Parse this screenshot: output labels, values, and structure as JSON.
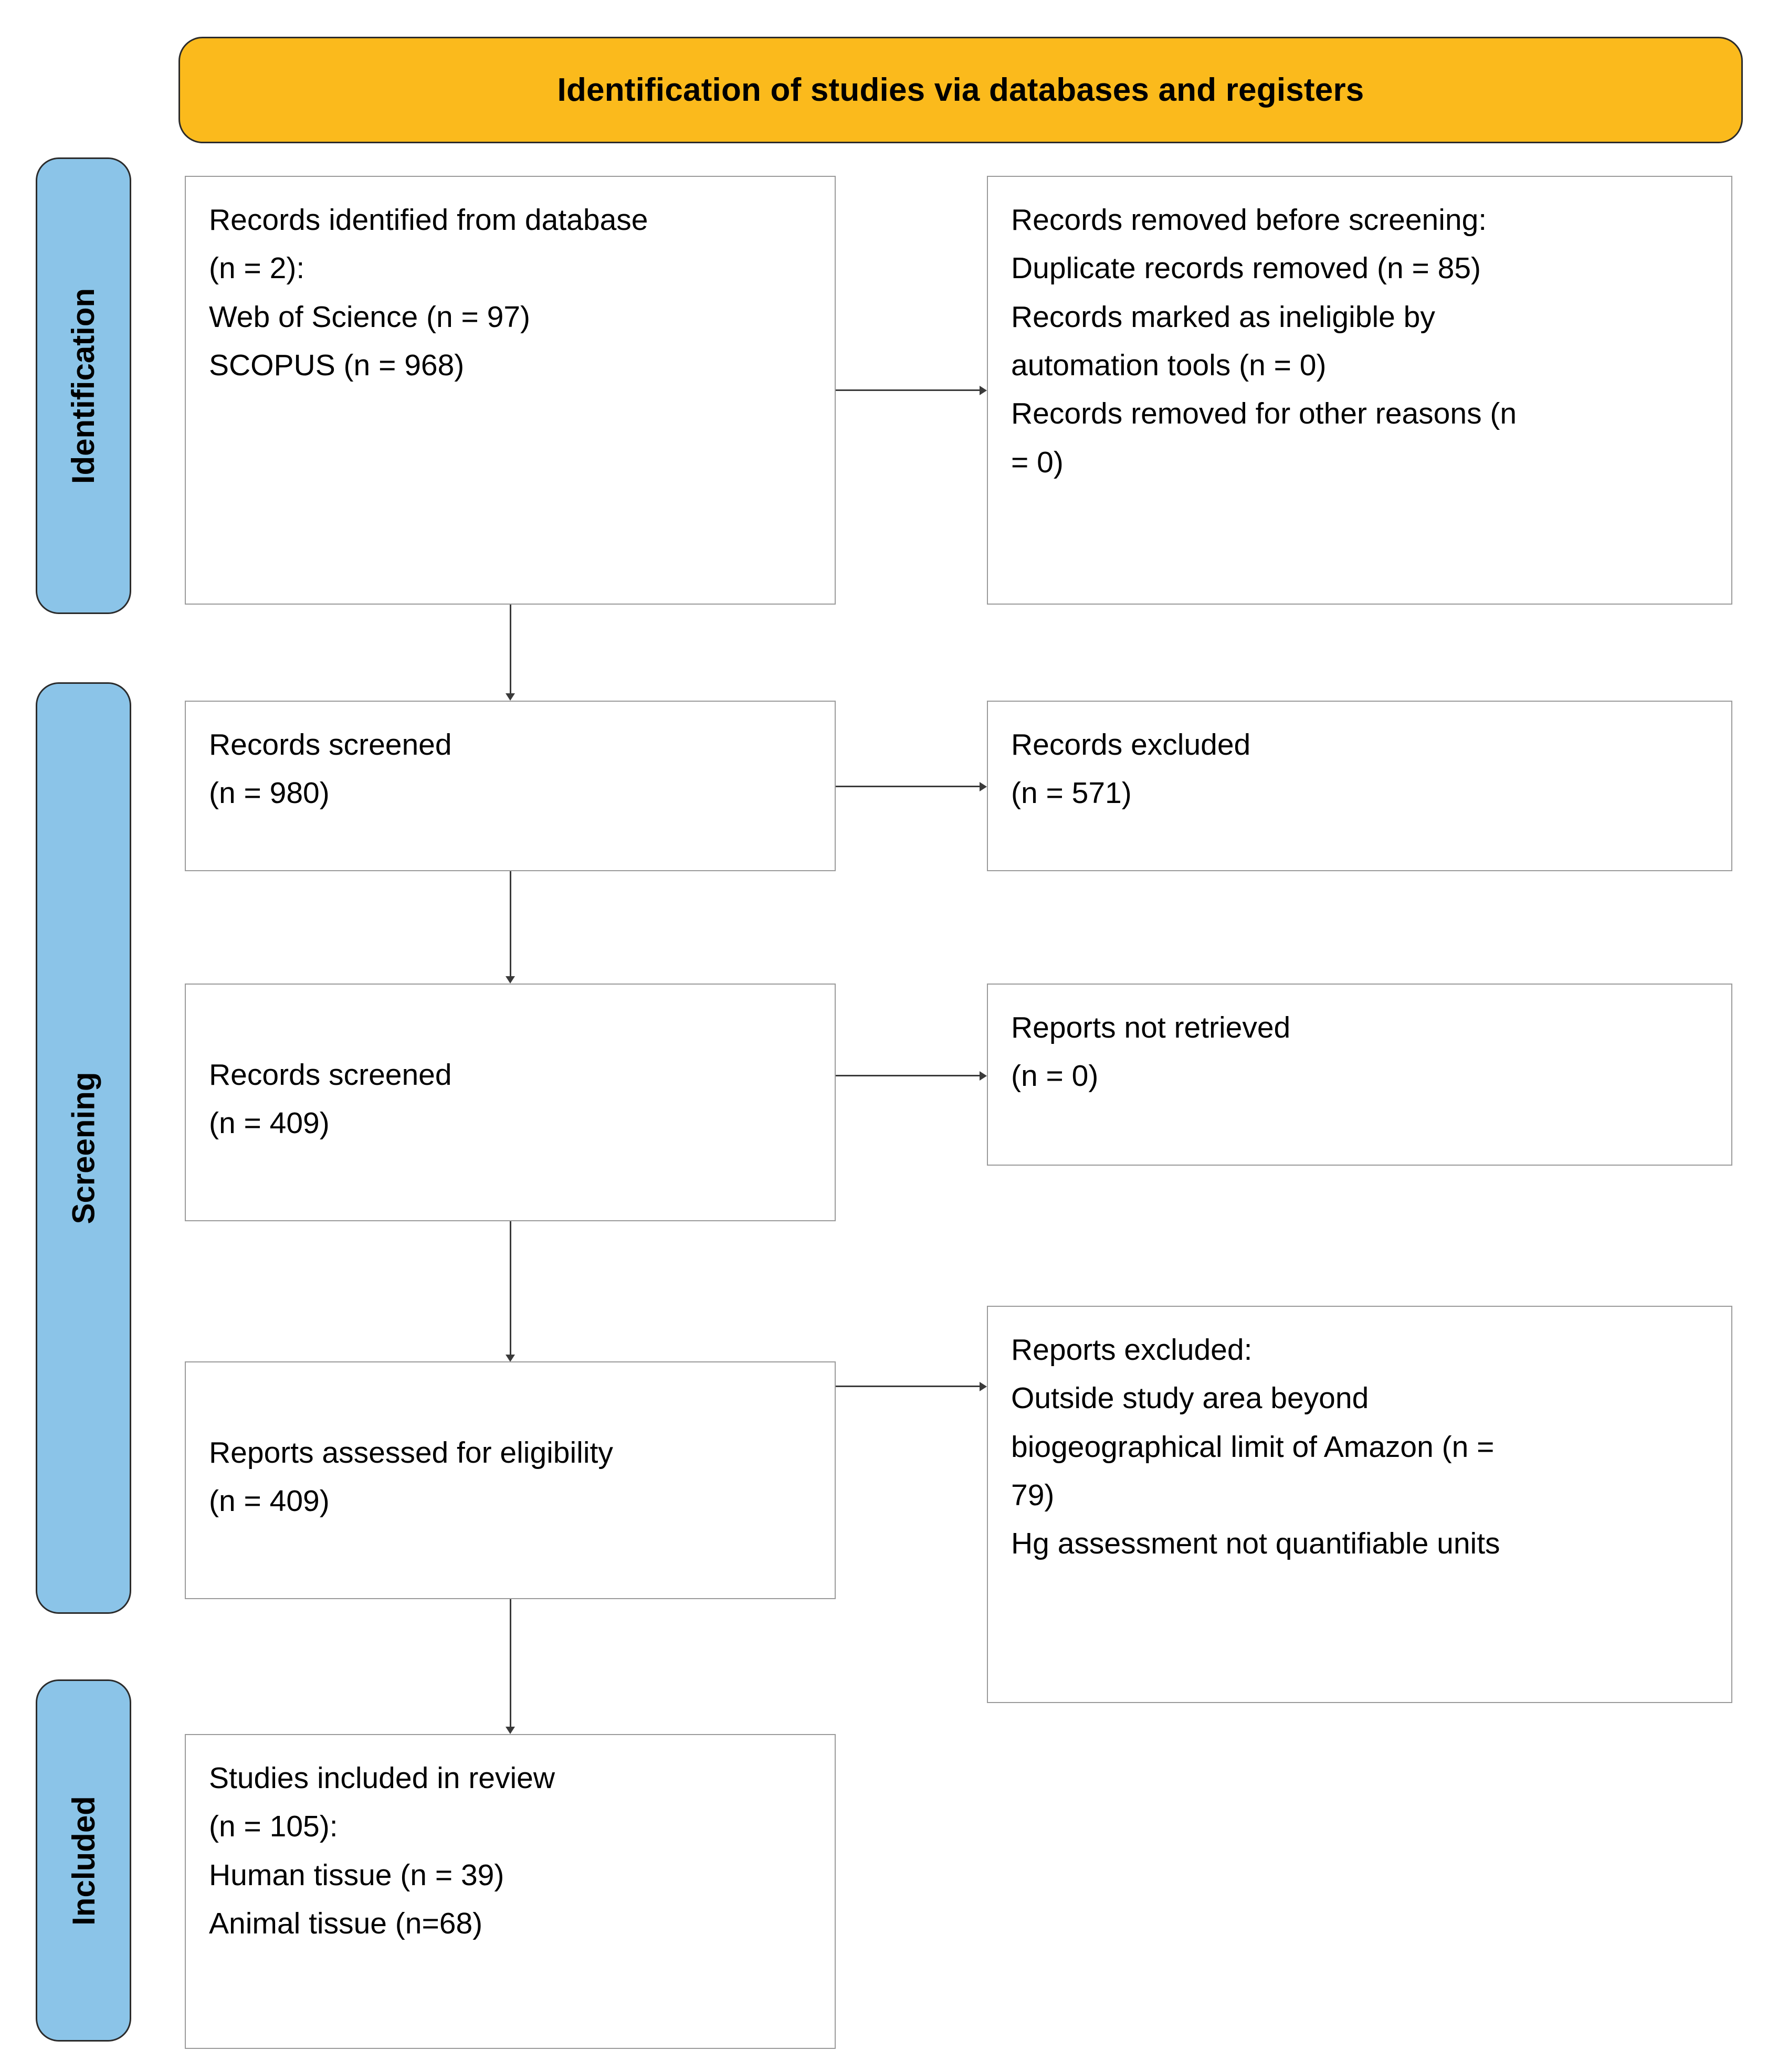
{
  "banner": {
    "title": "Identification of studies via databases and registers"
  },
  "stages": [
    {
      "label": "Identification"
    },
    {
      "label": "Screening"
    },
    {
      "label": "Included"
    }
  ],
  "boxes": {
    "identified": {
      "lines": [
        "Records identified from database",
        "(n = 2):",
        "Web of Science (n = 97)",
        "SCOPUS (n = 968)"
      ]
    },
    "removed_before_screening": {
      "lines": [
        "Records removed before screening:",
        "Duplicate records removed (n = 85)",
        "Records marked as ineligible by",
        "automation tools (n = 0)",
        "Records removed for other reasons (n",
        "= 0)"
      ]
    },
    "records_screened_1": {
      "lines": [
        "Records screened",
        "(n = 980)"
      ]
    },
    "records_excluded": {
      "lines": [
        "Records excluded",
        "(n = 571)"
      ]
    },
    "records_screened_2": {
      "lines": [
        "Records screened",
        "(n = 409)"
      ]
    },
    "reports_not_retrieved": {
      "lines": [
        "Reports not retrieved",
        "(n = 0)"
      ]
    },
    "reports_assessed": {
      "lines": [
        "Reports assessed for eligibility",
        "(n = 409)"
      ]
    },
    "reports_excluded": {
      "lines": [
        "Reports excluded:",
        "Outside study area beyond",
        "biogeographical limit of Amazon (n =",
        "79)",
        "Hg assessment not quantifiable units"
      ]
    },
    "studies_included": {
      "lines": [
        "Studies included in review",
        "(n = 105):",
        "Human tissue (n = 39)",
        "Animal tissue (n=68)"
      ]
    }
  },
  "colors": {
    "banner_fill": "#FBBA1C",
    "stage_fill": "#8BC4E8",
    "box_border": "#9A9A9A",
    "connector": "#3A3A3A",
    "text": "#000000"
  }
}
